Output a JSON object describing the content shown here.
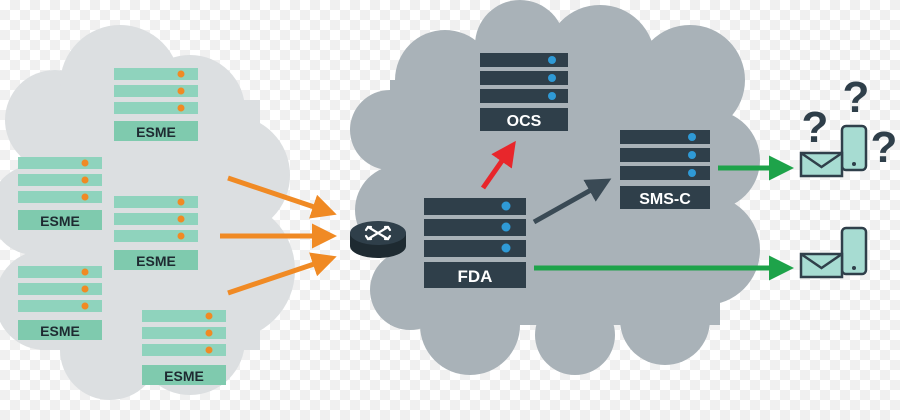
{
  "colors": {
    "left_cloud": "#dcdfe1",
    "right_cloud": "#a9b2b8",
    "esme_server": "#8fd3bd",
    "esme_server_line": "#ffffff",
    "esme_label_bg": "#7fcaae",
    "esme_dot": "#f08a24",
    "dark_server": "#2f3f4a",
    "dark_dot": "#2f9ad6",
    "orange_arrow": "#f08a24",
    "red_arrow": "#e8262b",
    "slate_arrow": "#3a4a55",
    "green_arrow": "#1ea34a",
    "device_fill": "#a7dcd2",
    "device_stroke": "#2f3f4a",
    "question_mark": "#2f3f4a"
  },
  "nodes": {
    "esme_1": "ESME",
    "esme_2": "ESME",
    "esme_3": "ESME",
    "esme_4": "ESME",
    "esme_5": "ESME",
    "ocs": "OCS",
    "fda": "FDA",
    "smsc": "SMS-C"
  },
  "icons": {
    "router": "router-icon",
    "envelope": "envelope-icon",
    "phone": "phone-icon",
    "question": "question-mark-icon"
  },
  "question_mark_glyph": "?"
}
